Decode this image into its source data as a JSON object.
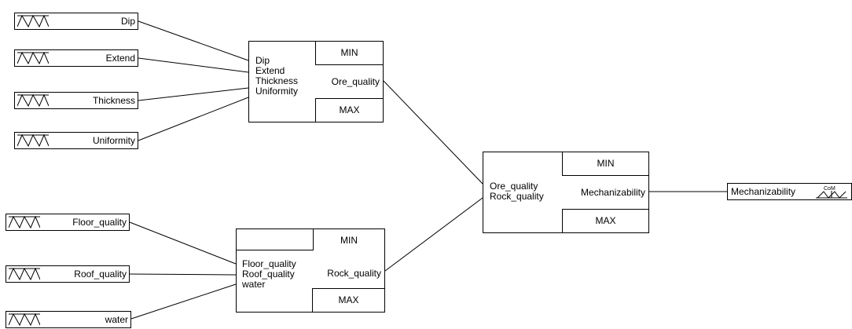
{
  "inputs": [
    {
      "id": "dip",
      "label": "Dip"
    },
    {
      "id": "extend",
      "label": "Extend"
    },
    {
      "id": "thickness",
      "label": "Thickness"
    },
    {
      "id": "uniformity",
      "label": "Uniformity"
    },
    {
      "id": "floor",
      "label": "Floor_quality"
    },
    {
      "id": "roof",
      "label": "Roof_quality"
    },
    {
      "id": "water",
      "label": "water"
    }
  ],
  "blocks": {
    "ore": {
      "inputs": [
        "Dip",
        "Extend",
        "Thickness",
        "Uniformity"
      ],
      "min_label": "MIN",
      "output_label": "Ore_quality",
      "max_label": "MAX"
    },
    "rock": {
      "inputs": [
        "Floor_quality",
        "Roof_quality",
        "water"
      ],
      "min_label": "MIN",
      "output_label": "Rock_quality",
      "max_label": "MAX"
    },
    "mech": {
      "inputs": [
        "Ore_quality",
        "Rock_quality"
      ],
      "min_label": "MIN",
      "output_label": "Mechanizability",
      "max_label": "MAX"
    }
  },
  "output": {
    "label": "Mechanizability",
    "icon": "coa-defuzzify-icon",
    "icon_text": "CoM"
  }
}
